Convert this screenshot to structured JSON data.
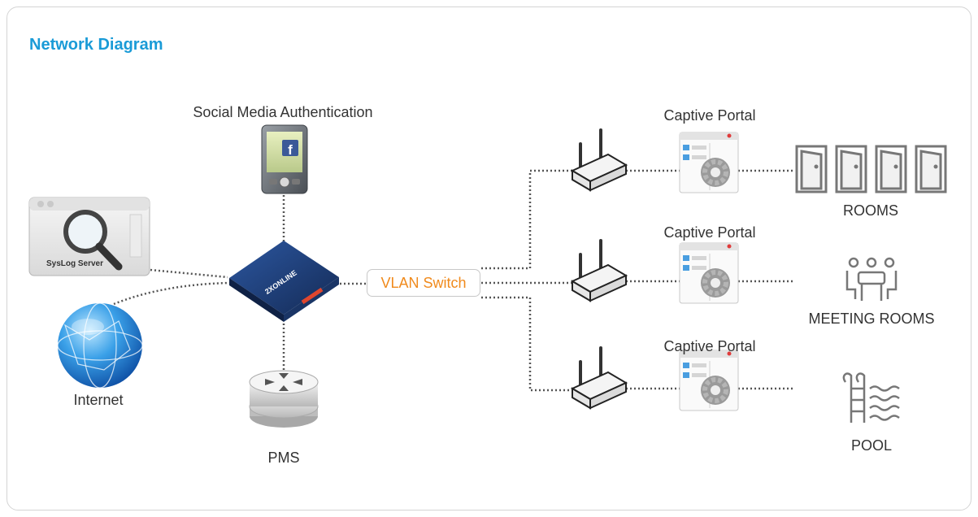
{
  "title": "Network Diagram",
  "nodes": {
    "social_media": "Social Media Authentication",
    "syslog": "SysLog Server",
    "appliance_logo": "2XONLINE",
    "internet": "Internet",
    "pms": "PMS",
    "vlan_switch": "VLAN Switch",
    "captive_portal_1": "Captive Portal",
    "captive_portal_2": "Captive Portal",
    "captive_portal_3": "Captive Portal",
    "rooms": "ROOMS",
    "meeting_rooms": "MEETING ROOMS",
    "pool": "POOL"
  },
  "colors": {
    "title": "#1a9bd7",
    "vlan_text": "#f08a1c",
    "appliance": "#1d3a73",
    "link": "#555555"
  }
}
